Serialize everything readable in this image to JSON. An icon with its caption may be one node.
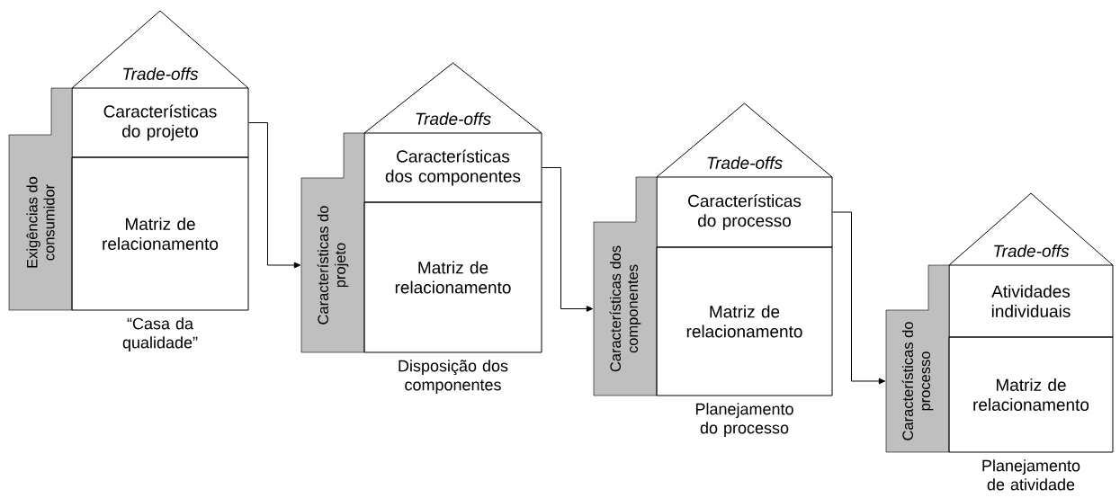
{
  "diagram": {
    "nodes": [
      {
        "text": [
          "*Trade-offs*"
        ]
      },
      {
        "text": [
          "Características do projeto"
        ]
      },
      {
        "text": [
          "Exigências do consumidor"
        ]
      },
      {
        "text": [
          "Matriz de relacionamento"
        ],
        "beside": [
          "“Casa da qualidade”"
        ]
      },
      {
        "text": [
          "*Trade-offs*"
        ]
      },
      {
        "text": [
          "Características dos componentes"
        ]
      },
      {
        "text": [
          "Características do projeto"
        ]
      },
      {
        "text": [
          "Matriz de relacionamento"
        ],
        "beside": [
          "Disposição dos componentes"
        ]
      },
      {
        "text": [
          "*Trade-offs*"
        ]
      },
      {
        "text": [
          "Características do processo"
        ]
      },
      {
        "text": [
          "Características dos componentes"
        ]
      },
      {
        "text": [
          "Matriz de relacionamento"
        ],
        "beside": [
          "Planejamento do processo"
        ]
      },
      {
        "text": [
          "*Trade-offs*"
        ]
      },
      {
        "text": [
          "Atividades individuais"
        ]
      },
      {
        "text": [
          "Características do processo"
        ]
      },
      {
        "text": [
          "Matriz de relacionamento"
        ],
        "beside": [
          "Planejamento de atividade"
        ]
      }
    ],
    "edges": [
      {
        "from": 1,
        "to": 6,
        "arrow": "to"
      },
      {
        "from": 5,
        "to": 10,
        "arrow": "to"
      },
      {
        "from": 9,
        "to": 14,
        "arrow": "to"
      }
    ]
  }
}
